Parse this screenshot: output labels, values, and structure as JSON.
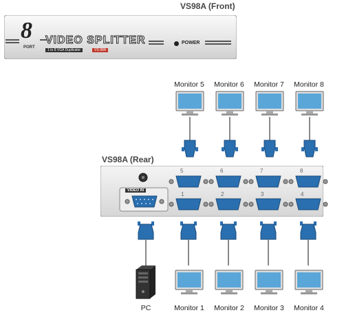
{
  "front": {
    "title": "VS98A (Front)",
    "big_digit": "8",
    "port_text": "PORT",
    "product_name": "VIDEO SPLITTER",
    "subtitle": "1 to 8 VGA Duplicator",
    "model_badge": "VS-98A",
    "power_label": "POWER"
  },
  "rear": {
    "title": "VS98A (Rear)",
    "video_in_label": "VIDEO IN",
    "top_port_numbers": [
      "5",
      "6",
      "7",
      "8"
    ],
    "bottom_port_numbers": [
      "1",
      "2",
      "3",
      "4"
    ]
  },
  "monitors_top": [
    "Monitor 5",
    "Monitor 6",
    "Monitor 7",
    "Monitor 8"
  ],
  "monitors_bottom": [
    "Monitor 1",
    "Monitor 2",
    "Monitor 3",
    "Monitor 4"
  ],
  "pc_label": "PC",
  "colors": {
    "connector_blue": "#2a6fb0",
    "screen_blue": "#5aa6d8",
    "panel_grey": "#e6e6e6",
    "accent_red": "#c0392b"
  }
}
